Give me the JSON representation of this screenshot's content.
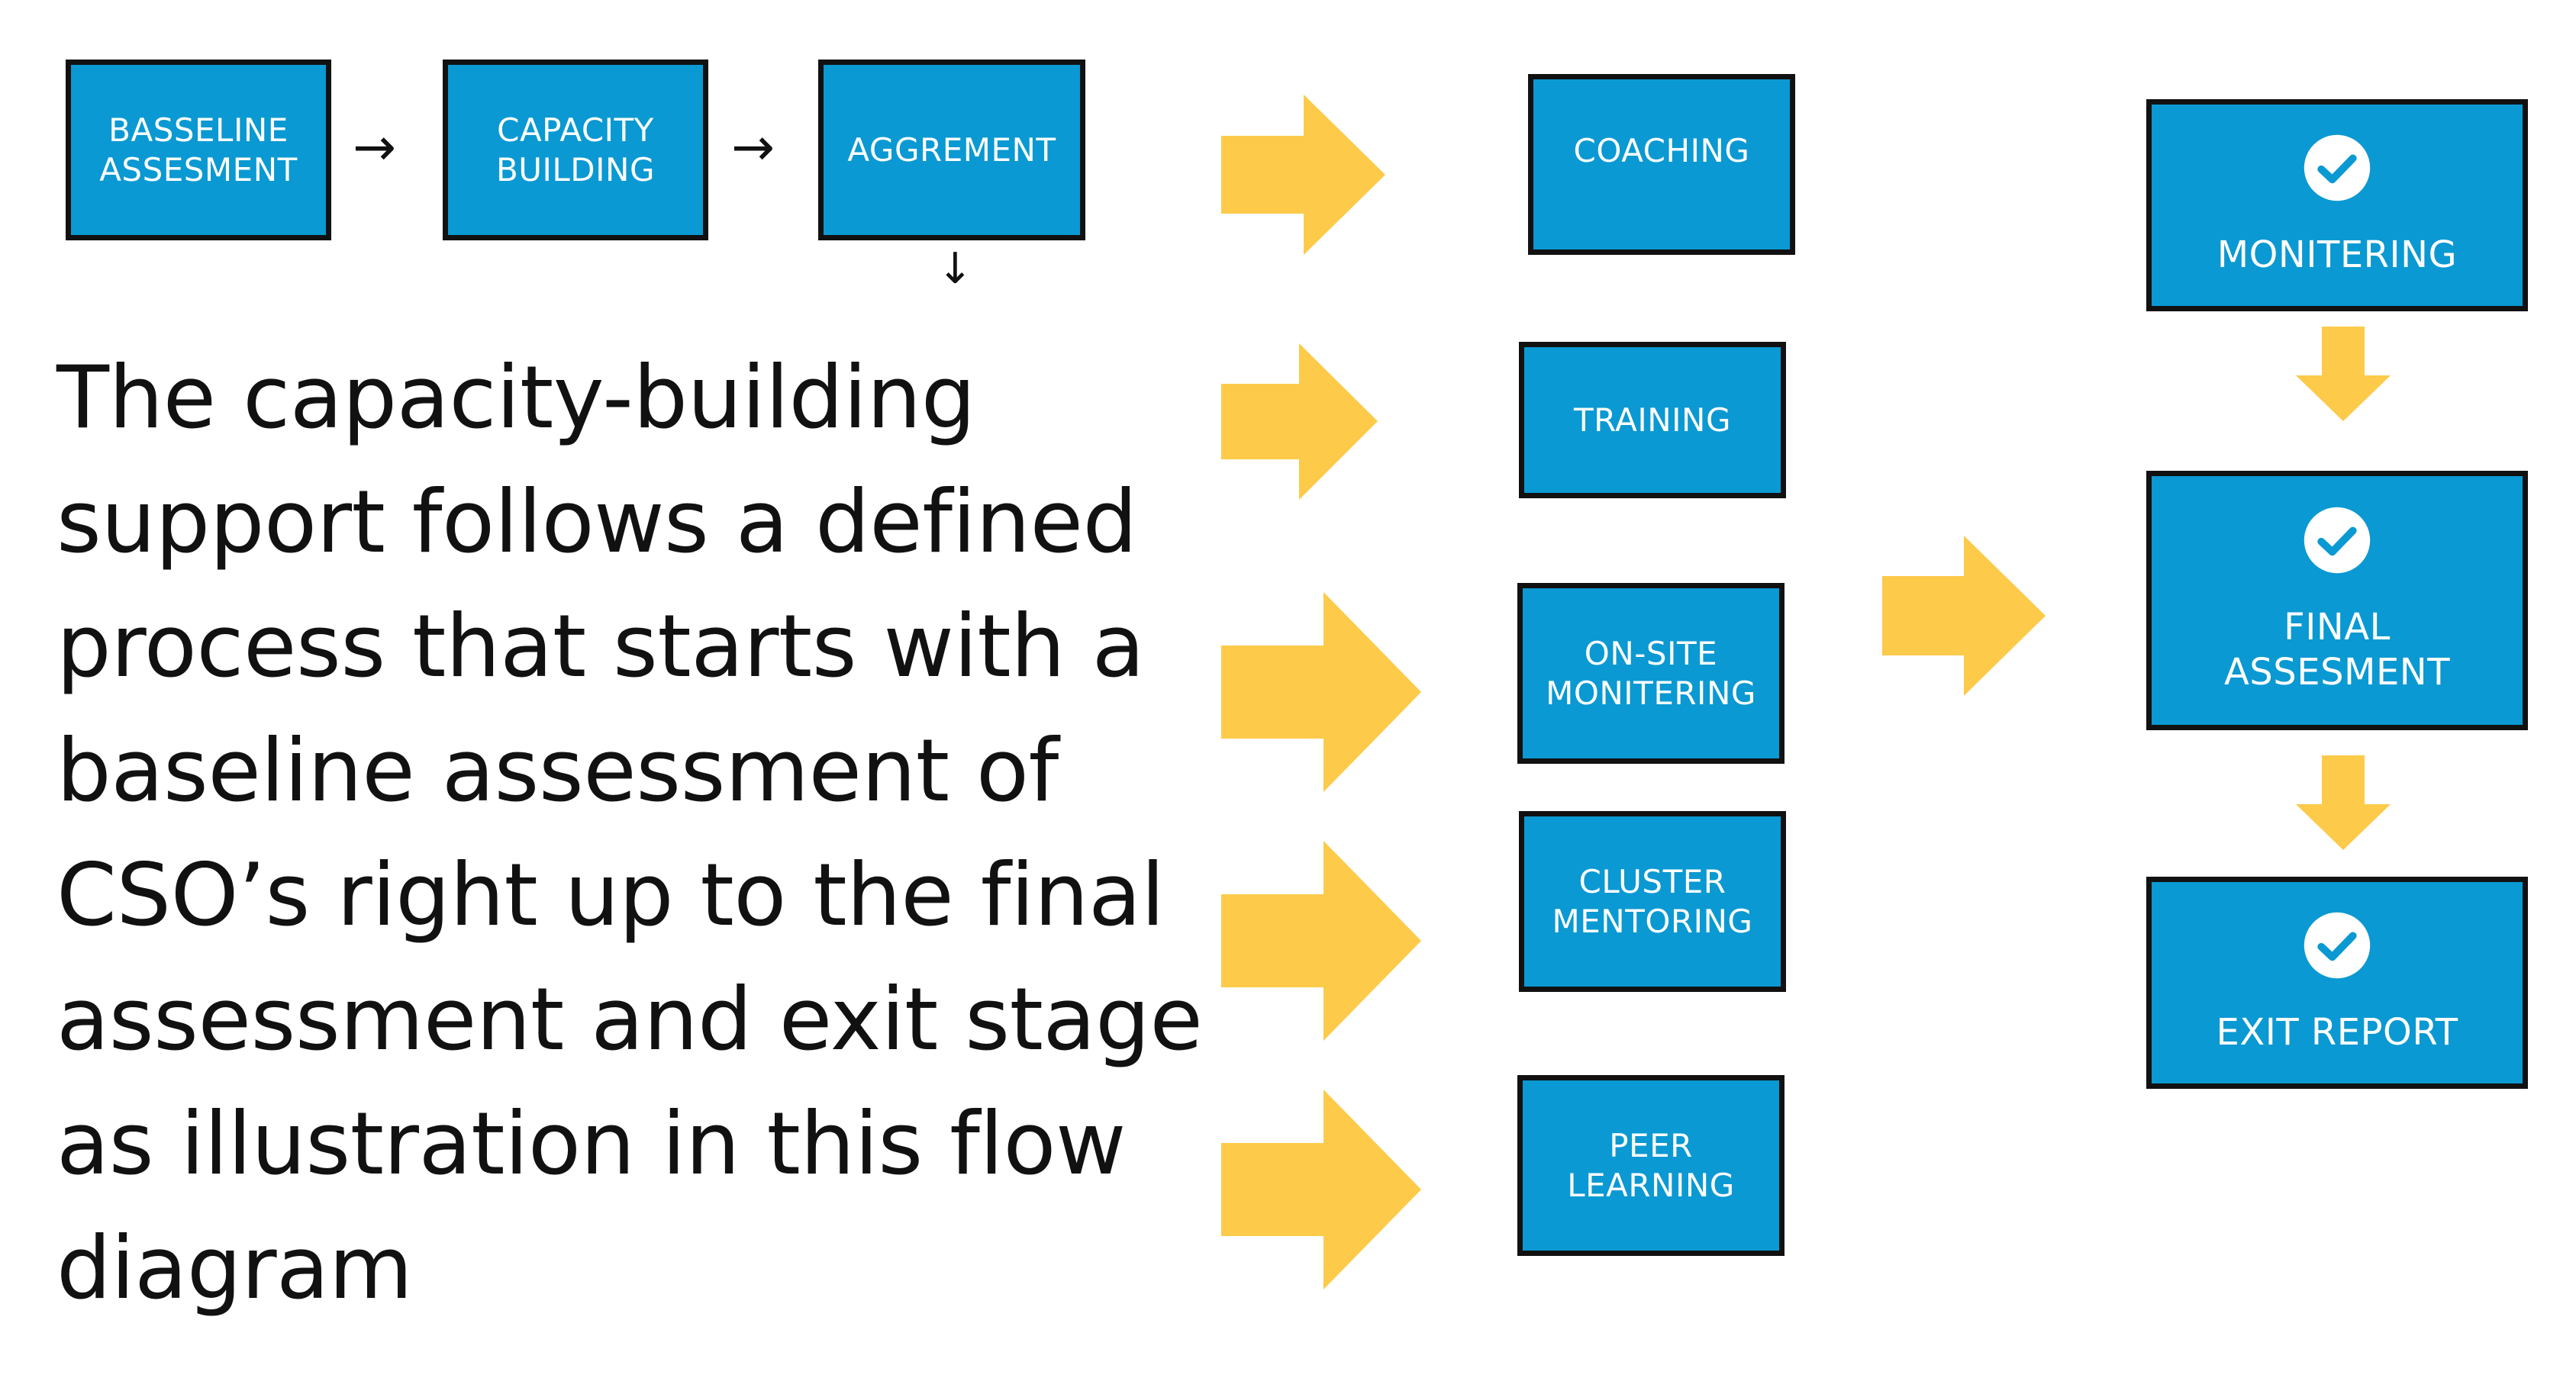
{
  "colors": {
    "box_fill": "#0a99d2",
    "box_border": "#111111",
    "box_text": "#ffffff",
    "arrow_yellow": "#fdca49",
    "body_text": "#111111"
  },
  "steps": {
    "baseline": "BASSELINE\nASSESMENT",
    "capacity": "CAPACITY\nBUILDING",
    "agreement": "AGGREMENT"
  },
  "activities": {
    "coaching": "COACHING",
    "training": "TRAINING",
    "onsite": "ON-SITE\nMONITERING",
    "cluster": "CLUSTER\nMENTORING",
    "peer": "PEER\nLEARNING"
  },
  "outcomes": {
    "monitoring": "MONITERING",
    "final": "FINAL\nASSESMENT",
    "exit": "EXIT REPORT"
  },
  "icons": {
    "arrow_right": "→",
    "arrow_down": "↓",
    "check": "check-circle-icon"
  },
  "description": "The capacity-building support follows a defined process that starts with a baseline assessment of CSO’s right up to the final assessment and exit stage as illustration in this flow diagram"
}
